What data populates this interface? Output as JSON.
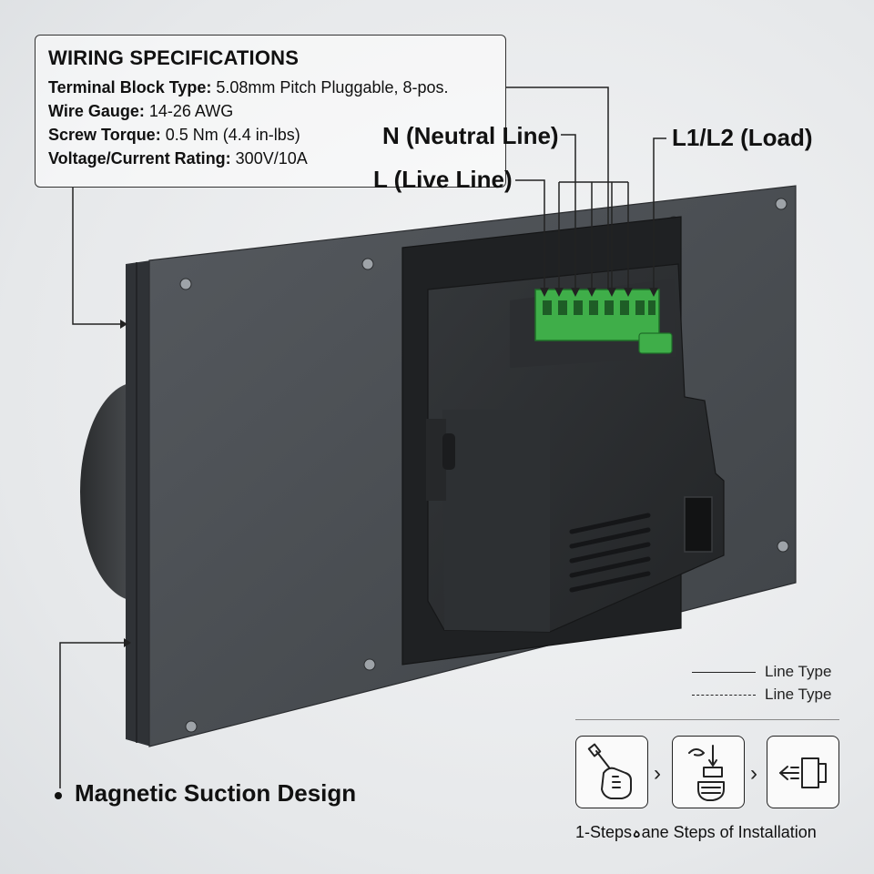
{
  "specs": {
    "title": "WIRING SPECIFICATIONS",
    "rows": [
      {
        "key": "Terminal Block Type:",
        "value": " 5.08mm Pitch Pluggable, 8-pos."
      },
      {
        "key": "Wire Gauge:",
        "value": " 14-26 AWG"
      },
      {
        "key": "Screw Torque:",
        "value": " 0.5 Nm (4.4 in-lbs)"
      },
      {
        "key": "Voltage/Current Rating:",
        "value": " 300V/10A"
      }
    ]
  },
  "labels": {
    "neutral": "N (Neutral Line)",
    "live": "L (Live Line)",
    "load": "L1/L2 (Load)",
    "magnetic": "Magnetic Suction Design"
  },
  "legend": {
    "solid": "Line Type",
    "dashed": "Line Type"
  },
  "installation": {
    "caption": "1-Stepsہane Steps of Installation",
    "steps": [
      {
        "icon": "screwdriver-hand-icon"
      },
      {
        "icon": "hand-insert-icon"
      },
      {
        "icon": "plug-arrow-icon"
      }
    ]
  },
  "colors": {
    "panel": "#4a4e52",
    "module": "#2b2d30",
    "terminal": "#3fae49"
  }
}
